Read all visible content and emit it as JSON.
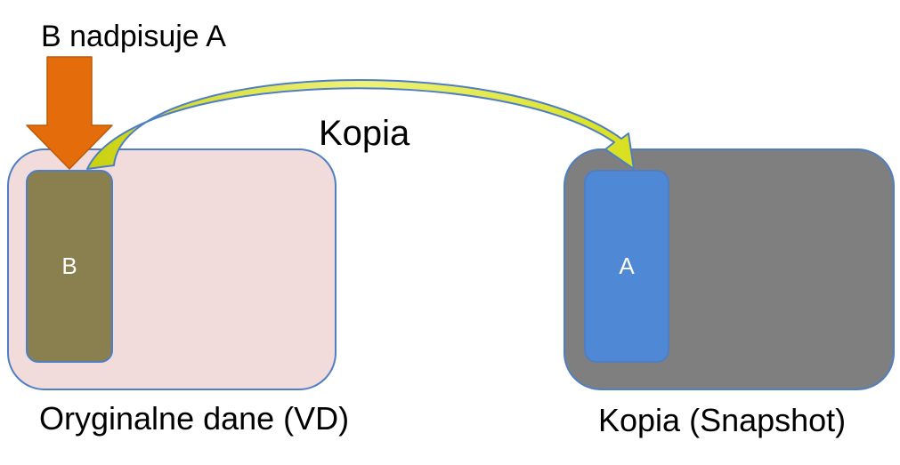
{
  "labels": {
    "top": "B nadpisuje A",
    "arrow": "Kopia",
    "left_caption": "Oryginalne dane (VD)",
    "right_caption": "Kopia (Snapshot)"
  },
  "blocks": {
    "left": "B",
    "right": "A"
  },
  "colors": {
    "original_panel": "#f2dcdb",
    "snapshot_panel": "#7f7f7f",
    "block_b": "#8a7f4e",
    "block_a": "#4f88d5",
    "overwrite_arrow": "#e46c0a",
    "copy_arrow": "#d7e01c",
    "outline": "#4f7ec3"
  }
}
